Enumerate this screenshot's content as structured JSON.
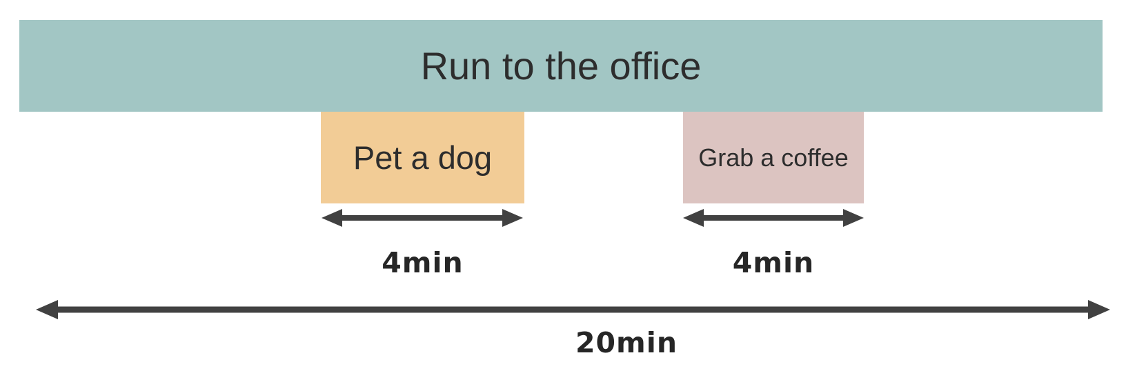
{
  "colors": {
    "teal": "#a2c6c4",
    "orange": "#f2cc96",
    "pink": "#dcc4c1",
    "arrow": "#414141",
    "text": "#2d2d2d"
  },
  "diagram": {
    "main_task": {
      "label": "Run to the office",
      "duration_label": "20min"
    },
    "sub_tasks": [
      {
        "label": "Pet a dog",
        "duration_label": "4min"
      },
      {
        "label": "Grab a coffee",
        "duration_label": "4min"
      }
    ]
  }
}
